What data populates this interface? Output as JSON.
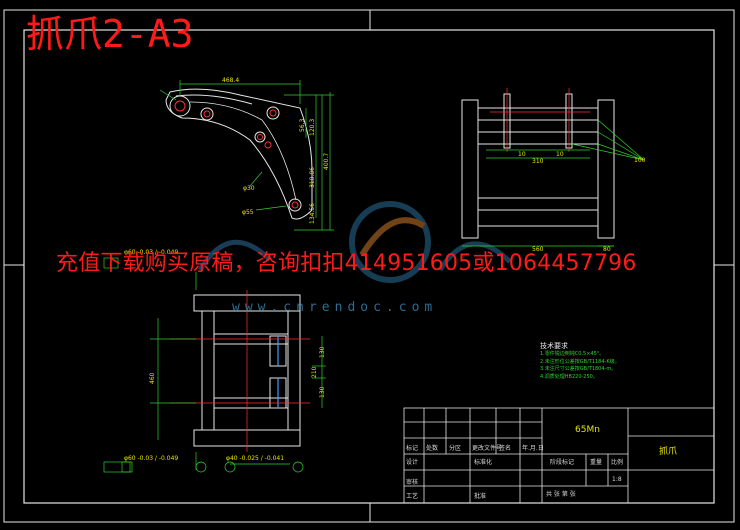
{
  "title": "抓爪2-A3",
  "promo_text": "充值下载购买原稿，咨询扣扣414951605或1064457796",
  "watermark_url": "www.cnrendoc.com",
  "dimensions": {
    "top_width": "468.4",
    "dia_small": "φ30",
    "dia_large": "φ55",
    "vert_1": "56.3",
    "vert_2": "120.3",
    "vert_3": "318.86",
    "vert_4": "400.7",
    "vert_5": "134.56",
    "side_10a": "10",
    "side_10b": "10",
    "side_310": "310",
    "side_560": "560",
    "side_80": "80",
    "side_100": "100",
    "fit_top": "φ60 -0.03 / -0.049",
    "fit_bot": "φ60 -0.03 / -0.049",
    "fit_mid": "φ40 -0.025 / -0.041",
    "front_460": "460",
    "front_210": "210",
    "front_130a": "130",
    "front_130b": "130"
  },
  "technical_requirements": {
    "heading": "技术要求",
    "items": [
      "1.零件锐边倒钝C0.5×45°。",
      "2.未注形位公差按GB/T1184-K级。",
      "3.未注尺寸公差按GB/T1804-m。",
      "4.调质处理HB220-250。"
    ]
  },
  "title_block": {
    "material": "65Mn",
    "name": "抓爪",
    "scale": "1:8",
    "labels": {
      "mark": "标记",
      "count": "处数",
      "zone": "分区",
      "change_doc": "更改文件号",
      "signature": "签名",
      "date": "年.月.日",
      "design": "设计",
      "standardize": "标准化",
      "review": "审核",
      "process": "工艺",
      "approve": "批准",
      "stage_mark": "阶段标记",
      "weight": "重量",
      "ratio": "比例",
      "sheets": "共  张  第  张"
    }
  },
  "colors": {
    "background": "#000000",
    "line": "#e6e6e6",
    "dimension": "#2fd02f",
    "center": "#ff3030",
    "highlight": "#3aa0ff",
    "title_red": "#ff1a1a"
  }
}
